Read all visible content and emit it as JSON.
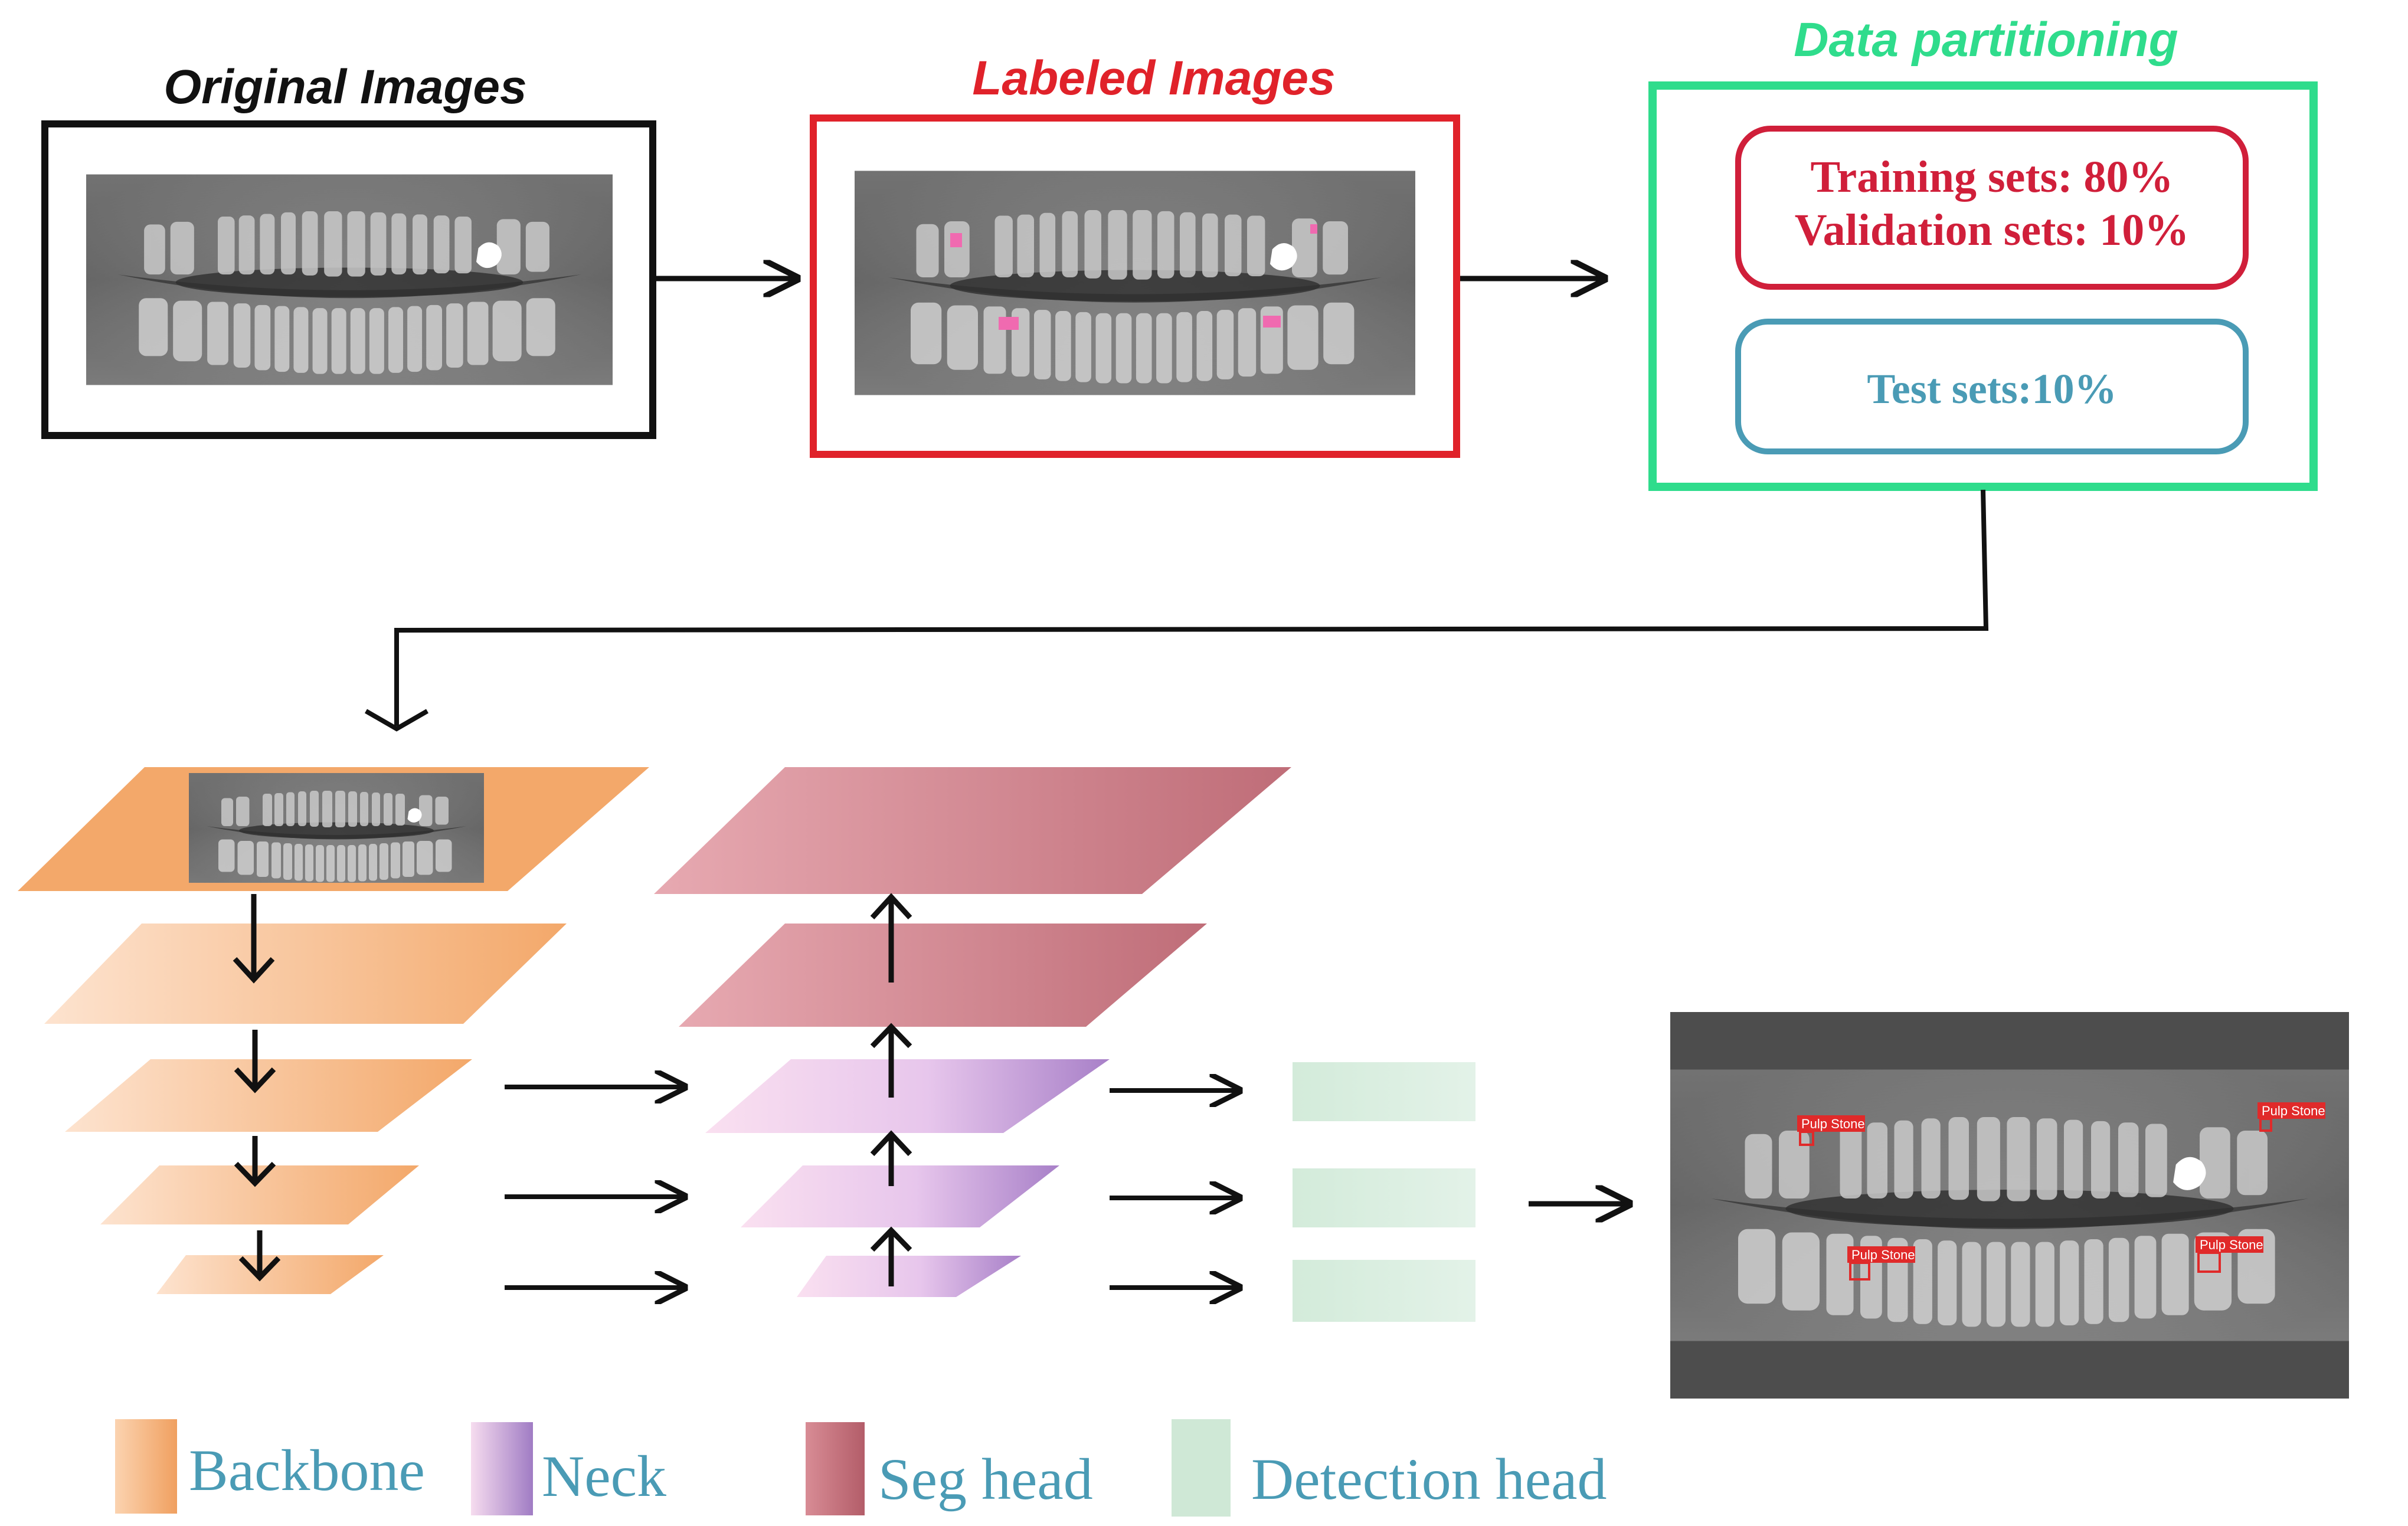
{
  "titles": {
    "original": "Original Images",
    "labeled": "Labeled  Images",
    "partition": "Data partitioning"
  },
  "partition": {
    "training": "Training sets: 80%",
    "validation": "Validation sets: 10%",
    "test": "Test sets:10%"
  },
  "detections": {
    "tag_1": "Pulp Stone",
    "tag_2": "Pulp Stone",
    "tag_3": "Pulp Stone",
    "tag_4": "Pulp Stone"
  },
  "legend": {
    "backbone": "Backbone",
    "neck": "Neck",
    "seg_head": "Seg head",
    "detection_head": "Detection head"
  },
  "colors": {
    "original_frame": "#111111",
    "labeled_frame": "#e0222a",
    "partition_frame": "#2fdc8c",
    "title_red": "#e0222a",
    "title_green": "#2fdc8c",
    "train_box": "#d01f3a",
    "test_box": "#4a9bb5",
    "legend_text": "#4a9bb5",
    "backbone": "#f3a86a",
    "neck": "#b48ad0",
    "seg_head": "#c0707a",
    "detection_head": "#cfe8d6",
    "mask_pink": "#f06ab0",
    "tag_red": "#e02a2a"
  },
  "icons": {
    "arrow": "arrow-right-icon",
    "arrow_down": "arrow-down-icon",
    "arrow_up": "arrow-up-icon"
  }
}
